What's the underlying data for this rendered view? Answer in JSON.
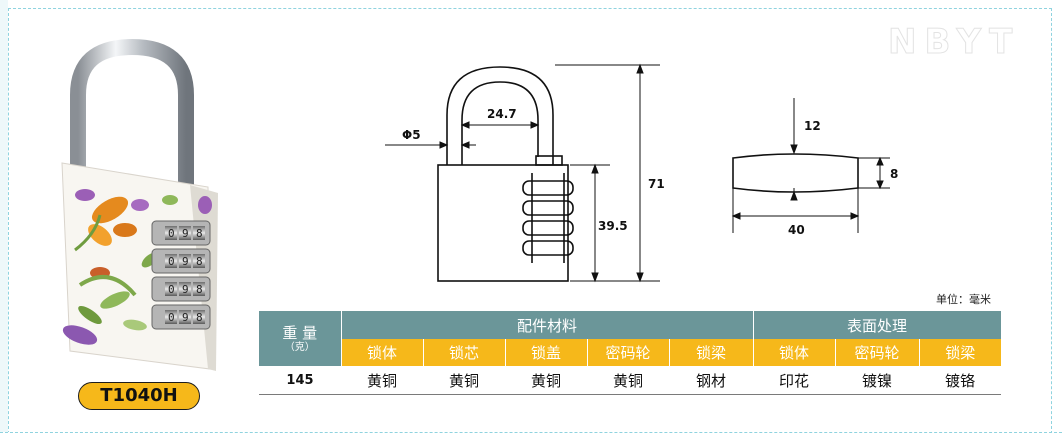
{
  "watermark": "NBYT",
  "model": "T1040H",
  "product_dial_digits": [
    "0",
    "9",
    "8"
  ],
  "dimensions": {
    "shackle_diameter": "Φ5",
    "shackle_inner_width": "24.7",
    "total_height": "71",
    "body_height": "39.5",
    "section_height": "12",
    "section_thickness": "8",
    "section_width": "40"
  },
  "unit_label": "单位：毫米",
  "table": {
    "weight_label": "重 量",
    "weight_unit": "（克）",
    "group_material": "配件材料",
    "group_finish": "表面处理",
    "material_cols": [
      "锁体",
      "锁芯",
      "锁盖",
      "密码轮",
      "锁梁"
    ],
    "finish_cols": [
      "锁体",
      "密码轮",
      "锁梁"
    ],
    "weight_value": "145",
    "material_values": [
      "黄铜",
      "黄铜",
      "黄铜",
      "黄铜",
      "钢材"
    ],
    "finish_values": [
      "印花",
      "镀镍",
      "镀铬"
    ]
  },
  "colors": {
    "header_teal": "#6b9699",
    "header_orange": "#f6b81a",
    "border_dashed": "#8fd3df"
  }
}
